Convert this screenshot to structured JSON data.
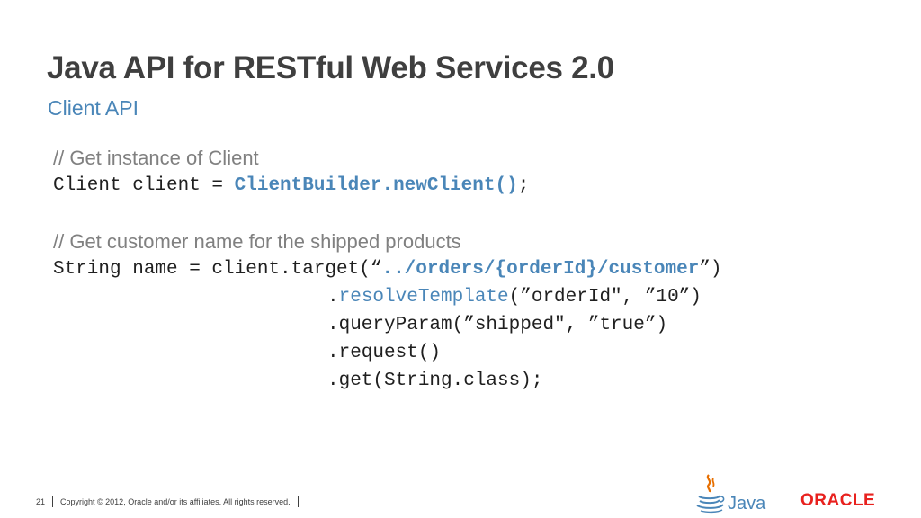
{
  "slide": {
    "title": "Java API for RESTful Web Services 2.0",
    "subtitle": "Client API"
  },
  "code": {
    "comment1": "// Get instance of Client",
    "line1_prefix": "Client client = ",
    "line1_call": "ClientBuilder.newClient()",
    "line1_suffix": ";",
    "comment2": "// Get customer name for the shipped products",
    "line2_prefix": "String name = client.target(“",
    "line2_path": "../orders/{orderId}/customer",
    "line2_suffix": "”)",
    "line3_dot": ".",
    "line3_method": "resolveTemplate",
    "line3_args": "(”orderId\", ”10”)",
    "line4": ".queryParam(”shipped\", ”true”)",
    "line5": ".request()",
    "line6": ".get(String.class);"
  },
  "footer": {
    "page_number": "21",
    "copyright": "Copyright © 2012, Oracle and/or its affiliates. All rights reserved."
  },
  "logos": {
    "java_text": "Java",
    "oracle_text": "ORACLE",
    "java_icon": "java-coffee-cup",
    "colors": {
      "java_blue": "#4a86b8",
      "java_orange": "#e76f00",
      "oracle_red": "#e8211e"
    }
  }
}
